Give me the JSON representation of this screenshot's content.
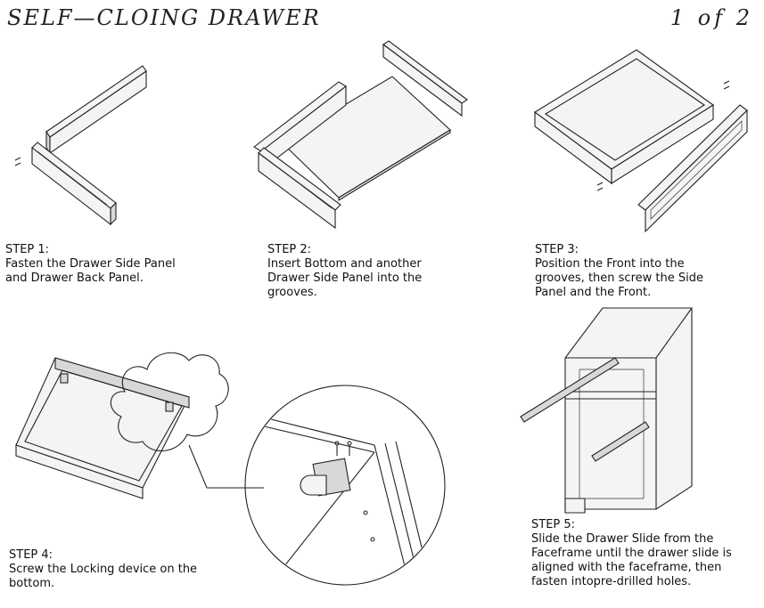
{
  "document": {
    "title": "SELF—CLOING DRAWER",
    "page_indicator": "1 of 2"
  },
  "steps": [
    {
      "label": "STEP 1:",
      "text": "Fasten the Drawer Side Panel\nand Drawer Back Panel."
    },
    {
      "label": "STEP 2:",
      "text": "Insert Bottom and another\nDrawer Side Panel into the\ngrooves."
    },
    {
      "label": "STEP 3:",
      "text": "Position the Front into the\ngrooves, then screw the Side\nPanel and the Front."
    },
    {
      "label": "STEP 4:",
      "text": "Screw the Locking device on the\nbottom."
    },
    {
      "label": "STEP 5:",
      "text": "Slide the Drawer Slide from the\nFaceframe until the drawer slide is\naligned with the faceframe, then\nfasten intopre-drilled holes."
    }
  ]
}
